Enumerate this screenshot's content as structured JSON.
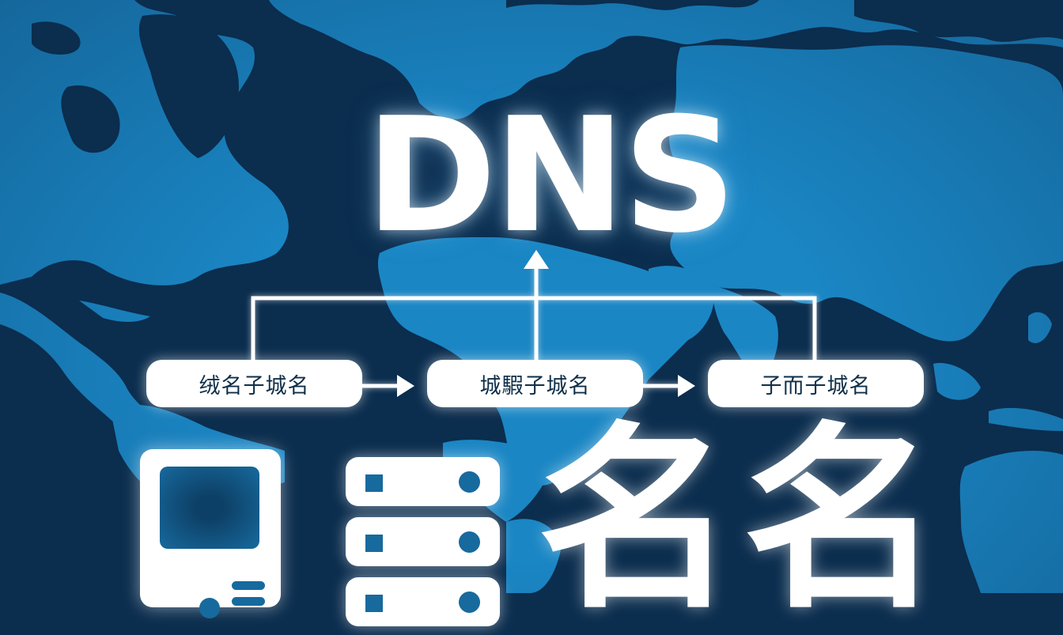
{
  "title": "DNS",
  "colors": {
    "ocean": "#0b2d4e",
    "land": "#1a86c4",
    "foreground": "#ffffff",
    "pill_text": "#0f2f4a",
    "icon_detail": "#176a9e"
  },
  "diagram": {
    "root_node": "DNS",
    "nodes": [
      {
        "label": "绒名子城名"
      },
      {
        "label": "城騢子城名"
      },
      {
        "label": "子而子城名"
      }
    ],
    "edges": [
      {
        "from": "绒名子城名",
        "to": "城騢子城名",
        "type": "arrow-right"
      },
      {
        "from": "城騢子城名",
        "to": "子而子城名",
        "type": "arrow-right"
      },
      {
        "from": "城騢子城名",
        "to": "DNS",
        "type": "arrow-up"
      },
      {
        "from": "绒名子城名",
        "to": "DNS",
        "type": "bracket-line"
      },
      {
        "from": "子而子城名",
        "to": "DNS",
        "type": "bracket-line"
      }
    ]
  },
  "bottom": {
    "icons": [
      "client-device-icon",
      "server-stack-icon"
    ],
    "glyphs": [
      "名",
      "名"
    ]
  }
}
